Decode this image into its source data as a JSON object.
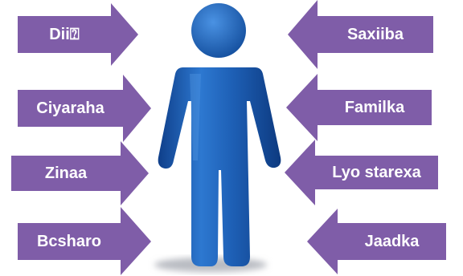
{
  "arrow_color": "#7f5da8",
  "figure_color": "#1c5fb3",
  "figure_shadow_color": "#b9bcc2",
  "left_arrows": [
    {
      "label": "Dii⍰"
    },
    {
      "label": "Ciyaraha"
    },
    {
      "label": "Zinaa"
    },
    {
      "label": "Bcsharo"
    }
  ],
  "right_arrows": [
    {
      "label": "Saxiiba"
    },
    {
      "label": "Familka"
    },
    {
      "label": "Lyo starexa"
    },
    {
      "label": "Jaadka"
    }
  ]
}
